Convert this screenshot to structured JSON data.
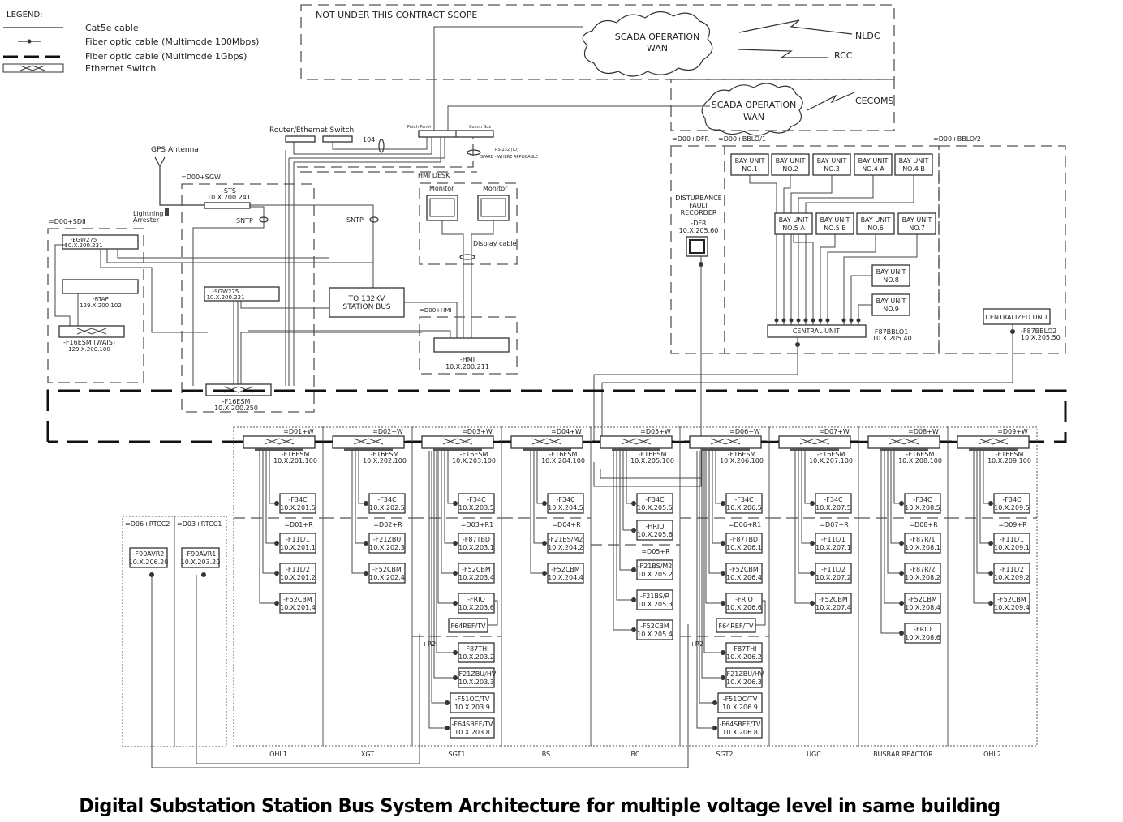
{
  "title": "Digital Substation Station Bus System Architecture for multiple voltage level in same building",
  "legend": {
    "heading": "LEGEND:",
    "items": [
      {
        "symbol": "solid-line",
        "label": "Cat5e cable"
      },
      {
        "symbol": "line-with-dot",
        "label": "Fiber optic cable (Multimode 100Mbps)"
      },
      {
        "symbol": "heavy-dashed-line",
        "label": "Fiber optic cable (Multimode 1Gbps)"
      },
      {
        "symbol": "ethernet-switch-icon",
        "label": "Ethernet Switch"
      }
    ]
  },
  "scope": {
    "label": "NOT UNDER THIS CONTRACT SCOPE",
    "wan1": [
      "SCADA OPERATION",
      "WAN"
    ],
    "wan2": [
      "SCADA OPERATION",
      "WAN"
    ],
    "remote_sites": [
      "NLDC",
      "RCC",
      "CECOMS"
    ]
  },
  "comms": {
    "router_label": "Router/Ethernet Switch",
    "cable_104": "104",
    "patch_panel": "Patch Panel",
    "comm_box": "Comm Box",
    "rs232_note": [
      "RS-232 (IO)",
      "SPARE - WHERE APPLICABLE"
    ]
  },
  "sgw": {
    "cabinet": "=D00+SGW",
    "gps": "GPS Antenna",
    "arrester": [
      "Lightning",
      "Arrester"
    ],
    "sts": [
      "-STS",
      "10.X.200.241"
    ],
    "sntp": "SNTP",
    "sgw275": [
      "-SGW275",
      "10.X.200.221"
    ],
    "f16esm": [
      "-F16ESM",
      "10.X.200.250"
    ]
  },
  "sdii": {
    "cabinet": "=D00+SDII",
    "egw": [
      "-EGW275",
      "10.X.200.231"
    ],
    "rtap": [
      "-RTAP",
      "129.X.200.102"
    ],
    "wais": [
      "-F16ESM (WAIS)",
      "129.X.200.100"
    ]
  },
  "station_bus": [
    "TO 132KV",
    "STATION BUS"
  ],
  "hmi": {
    "desk": "HMI DESK",
    "monitors": [
      "Monitor",
      "Monitor"
    ],
    "display_cable": "Display cable",
    "sntp": "SNTP",
    "cabinet": "=D00+HMI",
    "device": [
      "-HMI",
      "10.X.200.211"
    ]
  },
  "dfr": {
    "cabinet": "=D00+DFR",
    "label": [
      "DISTURBANCE",
      "FAULT",
      "RECORDER"
    ],
    "device": [
      "-DFR",
      "10.X.205.60"
    ]
  },
  "bblo1": {
    "cabinet": "=D00+BBLO/1",
    "bay_units": [
      [
        "BAY UNIT",
        "NO.1"
      ],
      [
        "BAY UNIT",
        "NO.2"
      ],
      [
        "BAY UNIT",
        "NO.3"
      ],
      [
        "BAY UNIT",
        "NO.4  A"
      ],
      [
        "BAY UNIT",
        "NO.4  B"
      ],
      [
        "BAY UNIT",
        "NO.5  A"
      ],
      [
        "BAY UNIT",
        "NO.5  B"
      ],
      [
        "BAY UNIT",
        "NO.6"
      ],
      [
        "BAY UNIT",
        "NO.7"
      ],
      [
        "BAY UNIT",
        "NO.8"
      ],
      [
        "BAY UNIT",
        "NO.9"
      ]
    ],
    "central_unit": "CENTRAL UNIT",
    "device": [
      "-F87BBLO1",
      "10.X.205.40"
    ]
  },
  "bblo2": {
    "cabinet": "=D00+BBLO/2",
    "unit": "CENTRALIZED UNIT",
    "device": [
      "-F87BBLO2",
      "10.X.205.50"
    ]
  },
  "rtcc": [
    {
      "cabinet": "=D06+RTCC2",
      "device": [
        "-F90AVR2",
        "10.X.206.20"
      ]
    },
    {
      "cabinet": "=D03+RTCC1",
      "device": [
        "-F90AVR1",
        "10.X.203.20"
      ]
    }
  ],
  "bays": [
    {
      "name": "OHL1",
      "w": "=D01+W",
      "switch": [
        "-F16ESM",
        "10.X.201.100"
      ],
      "r": "=D01+R",
      "top": [
        [
          "-F34C",
          "10.X.201.5"
        ]
      ],
      "devices": [
        [
          "-F11L/1",
          "10.X.201.1"
        ],
        [
          "-F11L/2",
          "10.X.201.2"
        ],
        [
          "-F52CBM",
          "10.X.201.4"
        ]
      ]
    },
    {
      "name": "XGT",
      "w": "=D02+W",
      "switch": [
        "-F16ESM",
        "10.X.202.100"
      ],
      "r": "=D02+R",
      "top": [
        [
          "-F34C",
          "10.X.202.5"
        ]
      ],
      "devices": [
        [
          "-F21ZBU",
          "10.X.202.3"
        ],
        [
          "-F52CBM",
          "10.X.202.4"
        ]
      ]
    },
    {
      "name": "SGT1",
      "w": "=D03+W",
      "switch": [
        "-F16ESM",
        "10.X.203.100"
      ],
      "r": "=D03+R1",
      "r2": "+R2",
      "top": [
        [
          "-F34C",
          "10.X.203.5"
        ]
      ],
      "devices": [
        [
          "-F87TBD",
          "10.X.203.1"
        ],
        [
          "-F52CBM",
          "10.X.203.4"
        ],
        [
          "-FRIO",
          "10.X.203.6"
        ]
      ],
      "ref": "F64REF/TV",
      "r2_devices": [
        [
          "-F87THI",
          "10.X.203.2"
        ],
        [
          "-F21ZBU/HV",
          "10.X.203.3"
        ],
        [
          "-F51OC/TV",
          "10.X.203.9"
        ],
        [
          "-F64SBEF/TV",
          "10.X.203.8"
        ]
      ]
    },
    {
      "name": "BS",
      "w": "=D04+W",
      "switch": [
        "-F16ESM",
        "10.X.204.100"
      ],
      "r": "=D04+R",
      "top": [
        [
          "-F34C",
          "10.X.204.5"
        ]
      ],
      "devices": [
        [
          "-F21BS/M2",
          "10.X.204.2"
        ],
        [
          "-F52CBM",
          "10.X.204.4"
        ]
      ]
    },
    {
      "name": "BC",
      "w": "=D05+W",
      "switch": [
        "-F16ESM",
        "10.X.205.100"
      ],
      "r": "=D05+R",
      "top": [
        [
          "-F34C",
          "10.X.205.5"
        ],
        [
          "-HRIO",
          "10.X.205.6"
        ]
      ],
      "devices": [
        [
          "-F21BS/M2",
          "10.X.205.2"
        ],
        [
          "-F21BS/R",
          "10.X.205.3"
        ],
        [
          "-F52CBM",
          "10.X.205.4"
        ]
      ]
    },
    {
      "name": "SGT2",
      "w": "=D06+W",
      "switch": [
        "-F16ESM",
        "10.X.206.100"
      ],
      "r": "=D06+R1",
      "r2": "+R2",
      "top": [
        [
          "-F34C",
          "10.X.206.5"
        ]
      ],
      "devices": [
        [
          "-F87TBD",
          "10.X.206.1"
        ],
        [
          "-F52CBM",
          "10.X.206.4"
        ],
        [
          "-FRIO",
          "10.X.206.6"
        ]
      ],
      "ref": "F64REF/TV",
      "r2_devices": [
        [
          "-F87THI",
          "10.X.206.2"
        ],
        [
          "-F21ZBU/HV",
          "10.X.206.3"
        ],
        [
          "-F51OC/TV",
          "10.X.206.9"
        ],
        [
          "-F64SBEF/TV",
          "10.X.206.8"
        ]
      ]
    },
    {
      "name": "UGC",
      "w": "=D07+W",
      "switch": [
        "-F16ESM",
        "10.X.207.100"
      ],
      "r": "=D07+R",
      "top": [
        [
          "-F34C",
          "10.X.207.5"
        ]
      ],
      "devices": [
        [
          "-F11L/1",
          "10.X.207.1"
        ],
        [
          "-F11L/2",
          "10.X.207.2"
        ],
        [
          "-F52CBM",
          "10.X.207.4"
        ]
      ]
    },
    {
      "name": "BUSBAR REACTOR",
      "w": "=D08+W",
      "switch": [
        "-F16ESM",
        "10.X.208.100"
      ],
      "r": "=D08+R",
      "top": [
        [
          "-F34C",
          "10.X.208.5"
        ]
      ],
      "devices": [
        [
          "-F87R/1",
          "10.X.208.1"
        ],
        [
          "-F87R/2",
          "10.X.208.2"
        ],
        [
          "-F52CBM",
          "10.X.208.4"
        ],
        [
          "-FRIO",
          "10.X.208.6"
        ]
      ]
    },
    {
      "name": "OHL2",
      "w": "=D09+W",
      "switch": [
        "-F16ESM",
        "10.X.209.100"
      ],
      "r": "=D09+R",
      "top": [
        [
          "-F34C",
          "10.X.209.5"
        ]
      ],
      "devices": [
        [
          "-F11L/1",
          "10.X.209.1"
        ],
        [
          "-F11L/2",
          "10.X.209.2"
        ],
        [
          "-F52CBM",
          "10.X.209.4"
        ]
      ]
    }
  ]
}
